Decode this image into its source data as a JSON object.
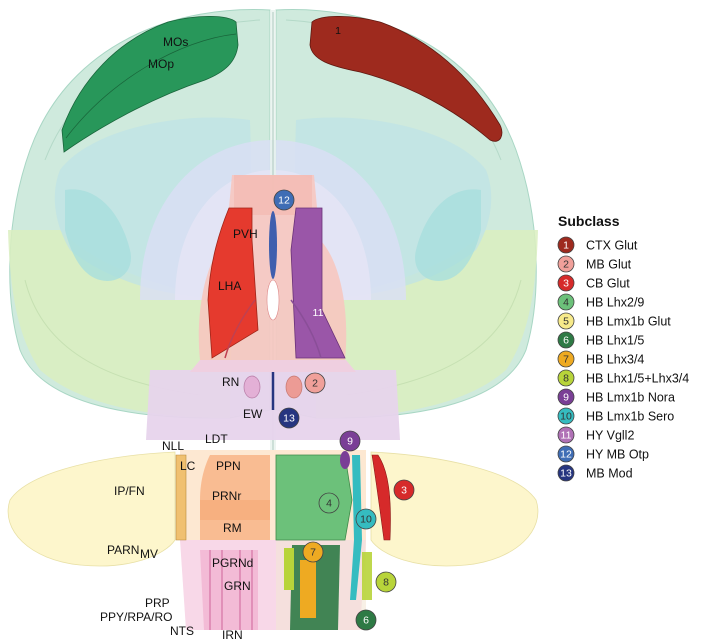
{
  "legend": {
    "title": "Subclass",
    "items": [
      {
        "num": "1",
        "label": "CTX Glut",
        "color": "#9e2a1e",
        "num_color": "#ffffff"
      },
      {
        "num": "2",
        "label": "MB Glut",
        "color": "#f0a09a",
        "num_color": "#333333"
      },
      {
        "num": "3",
        "label": "CB Glut",
        "color": "#d62a2a",
        "num_color": "#ffffff"
      },
      {
        "num": "4",
        "label": "HB Lhx2/9",
        "color": "#6cc17a",
        "num_color": "#333333"
      },
      {
        "num": "5",
        "label": "HB Lmx1b Glut",
        "color": "#f7ea8a",
        "num_color": "#333333"
      },
      {
        "num": "6",
        "label": "HB Lhx1/5",
        "color": "#2e7a45",
        "num_color": "#ffffff"
      },
      {
        "num": "7",
        "label": "HB Lhx3/4",
        "color": "#eeaa22",
        "num_color": "#333333"
      },
      {
        "num": "8",
        "label": "HB Lhx1/5+Lhx3/4",
        "color": "#b8d43a",
        "num_color": "#333333"
      },
      {
        "num": "9",
        "label": "HB Lmx1b Nora",
        "color": "#7a3f96",
        "num_color": "#ffffff"
      },
      {
        "num": "10",
        "label": "HB Lmx1b Sero",
        "color": "#35bcc0",
        "num_color": "#333333"
      },
      {
        "num": "11",
        "label": "HY Vgll2",
        "color": "#b071b6",
        "num_color": "#ffffff"
      },
      {
        "num": "12",
        "label": "HY MB Otp",
        "color": "#3f6db5",
        "num_color": "#ffffff"
      },
      {
        "num": "13",
        "label": "MB Mod",
        "color": "#263580",
        "num_color": "#ffffff"
      }
    ]
  },
  "regions": {
    "mos": "MOs",
    "mop": "MOp",
    "pvh": "PVH",
    "lha": "LHA",
    "rn": "RN",
    "ew": "EW",
    "nll": "NLL",
    "ldt": "LDT",
    "lc": "LC",
    "ppn": "PPN",
    "prnr": "PRNr",
    "ip_fn": "IP/FN",
    "rm": "RM",
    "parn": "PARN",
    "mv": "MV",
    "pgrnd": "PGRNd",
    "grn": "GRN",
    "prp": "PRP",
    "ppy_rpa_ro": "PPY/RPA/RO",
    "nts": "NTS",
    "irn": "IRN"
  },
  "map_badges": [
    {
      "num": "1",
      "color": "#9e2a1e",
      "num_color": "#ffffff"
    },
    {
      "num": "2",
      "color": "#f0a09a",
      "num_color": "#333333"
    },
    {
      "num": "3",
      "color": "#d62a2a",
      "num_color": "#ffffff"
    },
    {
      "num": "4",
      "color": "#6cc17a",
      "num_color": "#333333"
    },
    {
      "num": "6",
      "color": "#2e7a45",
      "num_color": "#ffffff"
    },
    {
      "num": "7",
      "color": "#eeaa22",
      "num_color": "#333333"
    },
    {
      "num": "8",
      "color": "#b8d43a",
      "num_color": "#333333"
    },
    {
      "num": "9",
      "color": "#7a3f96",
      "num_color": "#ffffff"
    },
    {
      "num": "10",
      "color": "#35bcc0",
      "num_color": "#333333"
    },
    {
      "num": "11",
      "color": "#b071b6",
      "num_color": "#ffffff"
    },
    {
      "num": "12",
      "color": "#3f6db5",
      "num_color": "#ffffff"
    },
    {
      "num": "13",
      "color": "#263580",
      "num_color": "#ffffff"
    }
  ]
}
